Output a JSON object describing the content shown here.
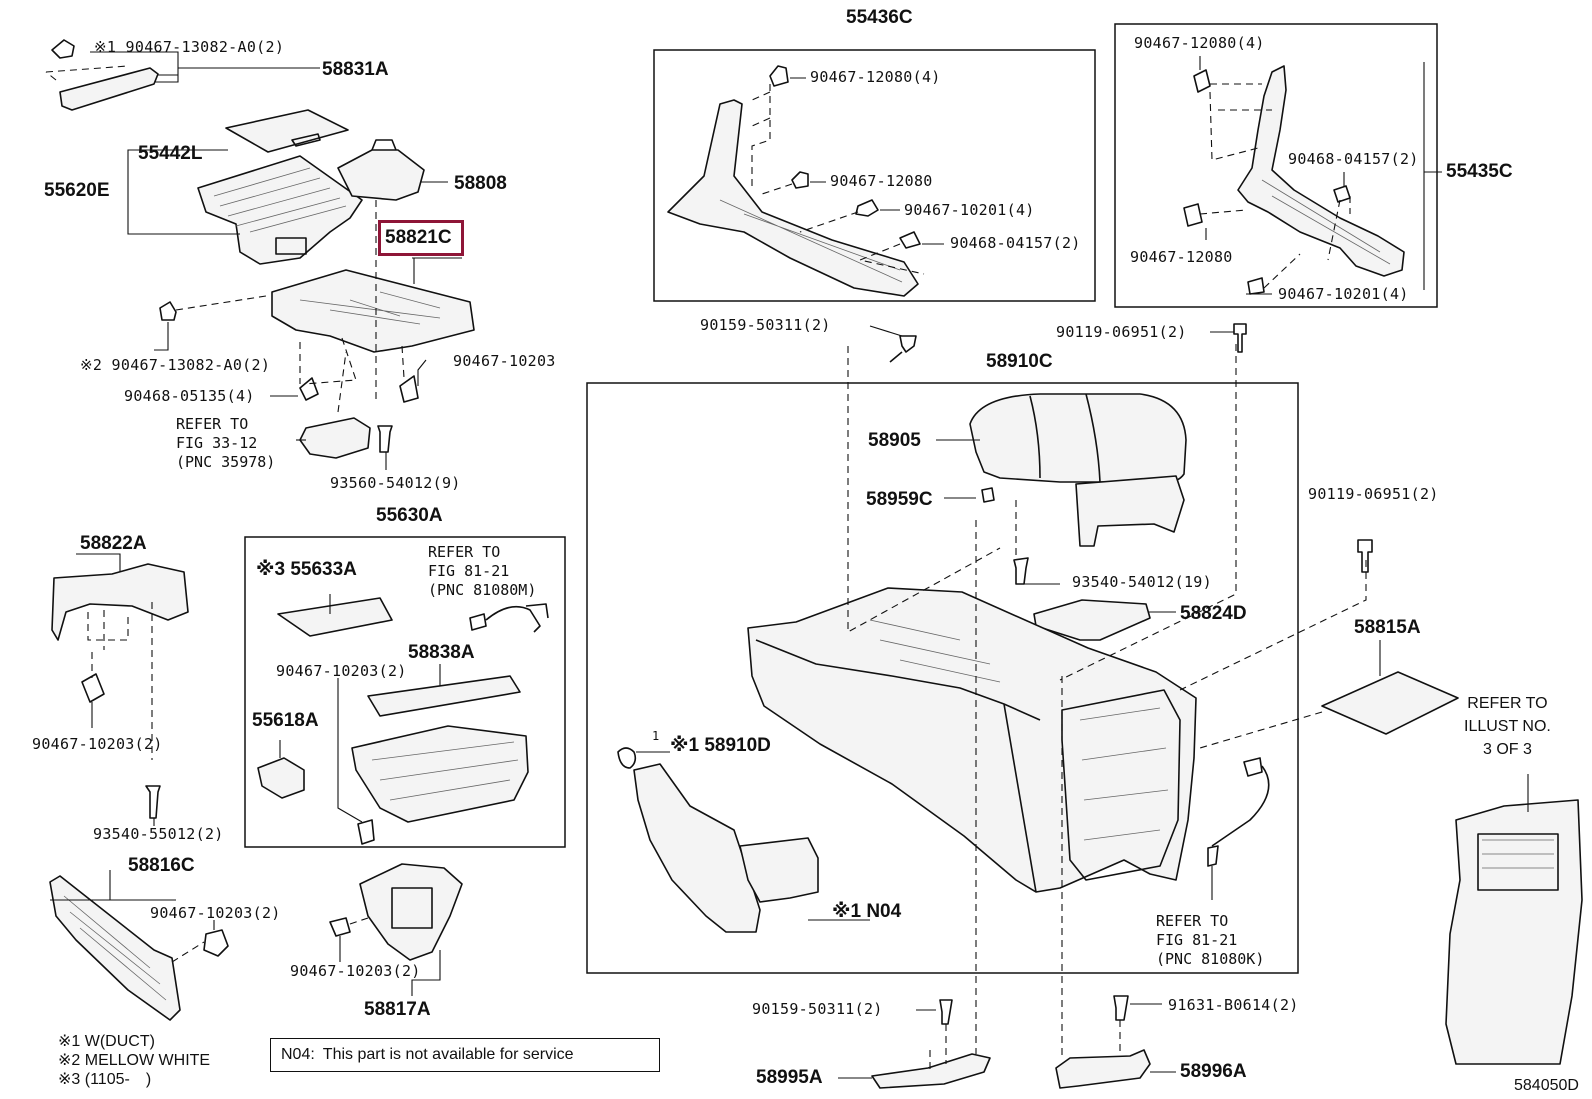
{
  "diagram_id": "584050D",
  "highlighted_part": "58821C",
  "colors": {
    "highlight": "#8e1537",
    "ink": "#111111"
  },
  "labels": {
    "l_58831A": "58831A",
    "l_90467_13082_1": "※1 90467-13082-A0(2)",
    "l_55442L": "55442L",
    "l_55620E": "55620E",
    "l_58808": "58808",
    "l_58821C": "58821C",
    "l_90467_13082_2": "※2 90467-13082-A0(2)",
    "l_90468_05135": "90468-05135(4)",
    "l_90467_10203_a": "90467-10203",
    "l_93560_54012": "93560-54012(9)",
    "l_55630A": "55630A",
    "l_55633A": "※3 55633A",
    "l_58838A": "58838A",
    "l_90467_10203_b": "90467-10203(2)",
    "l_55618A": "55618A",
    "l_58822A": "58822A",
    "l_90467_10203_c": "90467-10203(2)",
    "l_93540_55012": "93540-55012(2)",
    "l_58816C": "58816C",
    "l_90467_10203_d": "90467-10203(2)",
    "l_90467_10203_e": "90467-10203(2)",
    "l_58817A": "58817A",
    "l_55436C": "55436C",
    "l_90467_12080_a": "90467-12080(4)",
    "l_90467_12080_b": "90467-12080",
    "l_90467_10201_a": "90467-10201(4)",
    "l_90468_04157_a": "90468-04157(2)",
    "l_55435C": "55435C",
    "l_90467_12080_c": "90467-12080(4)",
    "l_90468_04157_b": "90468-04157(2)",
    "l_90467_12080_d": "90467-12080",
    "l_90467_10201_b": "90467-10201(4)",
    "l_90159_50311_a": "90159-50311(2)",
    "l_90119_06951_a": "90119-06951(2)",
    "l_58910C": "58910C",
    "l_58905": "58905",
    "l_58959C": "58959C",
    "l_90119_06951_b": "90119-06951(2)",
    "l_93540_54012": "93540-54012(19)",
    "l_58824D": "58824D",
    "l_58815A": "58815A",
    "l_58910D": "※1 58910D",
    "l_N04": "※1 N04",
    "l_90159_50311_b": "90159-50311(2)",
    "l_91631_B0614": "91631-B0614(2)",
    "l_58995A": "58995A",
    "l_58996A": "58996A",
    "l_pin1": "1"
  },
  "refs": {
    "r_fig33": "REFER TO\nFIG 33-12\n(PNC 35978)",
    "r_fig81_m": "REFER TO\nFIG 81-21\n(PNC 81080M)",
    "r_fig81_k": "REFER TO\nFIG 81-21\n(PNC 81080K)",
    "r_illust": "REFER TO\nILLUST NO.\n3 OF 3"
  },
  "notes": {
    "n1": "※1 W(DUCT)",
    "n2": "※2 MELLOW WHITE",
    "n3": "※3 (1105-　)"
  },
  "notice": {
    "code": "N04:",
    "text": "This part is not available for service"
  }
}
